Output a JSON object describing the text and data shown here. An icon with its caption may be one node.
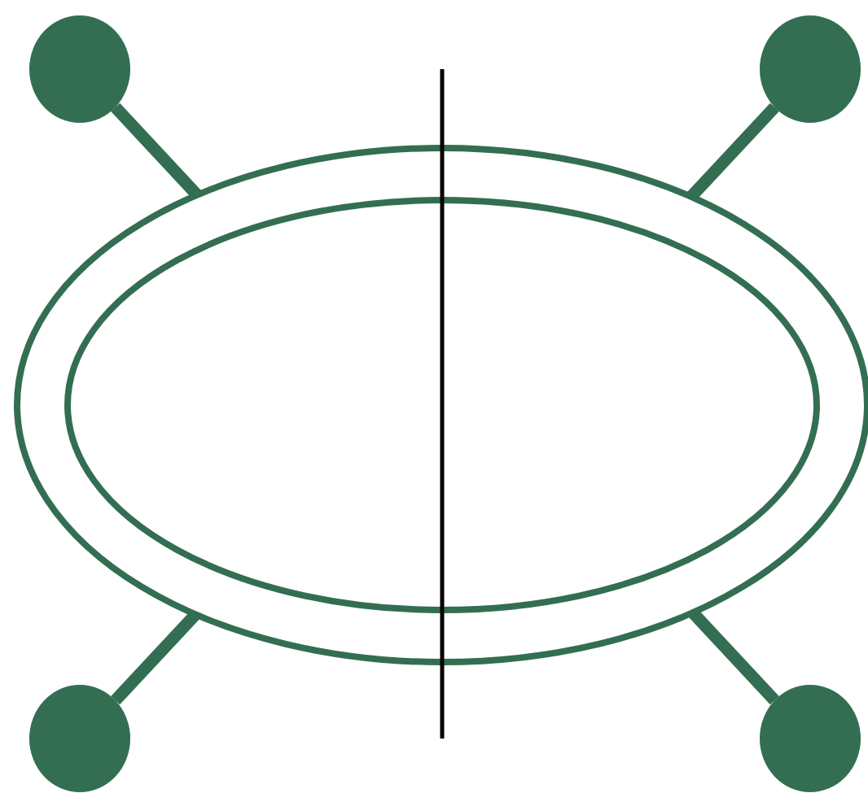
{
  "diagram": {
    "nodes": [
      {
        "text": [],
        "shape": "ellipse"
      },
      {
        "text": [],
        "shape": "ellipse",
        "in": 0
      },
      {
        "text": [],
        "shape": "circle"
      },
      {
        "text": [],
        "shape": "circle"
      },
      {
        "text": [],
        "shape": "circle"
      },
      {
        "text": [],
        "shape": "circle"
      }
    ],
    "edges": [
      {
        "from": 2,
        "to": 0,
        "arrow": "none"
      },
      {
        "from": 3,
        "to": 0,
        "arrow": "none"
      },
      {
        "from": 4,
        "to": 0,
        "arrow": "none"
      },
      {
        "from": 5,
        "to": 0,
        "arrow": "none"
      }
    ]
  }
}
